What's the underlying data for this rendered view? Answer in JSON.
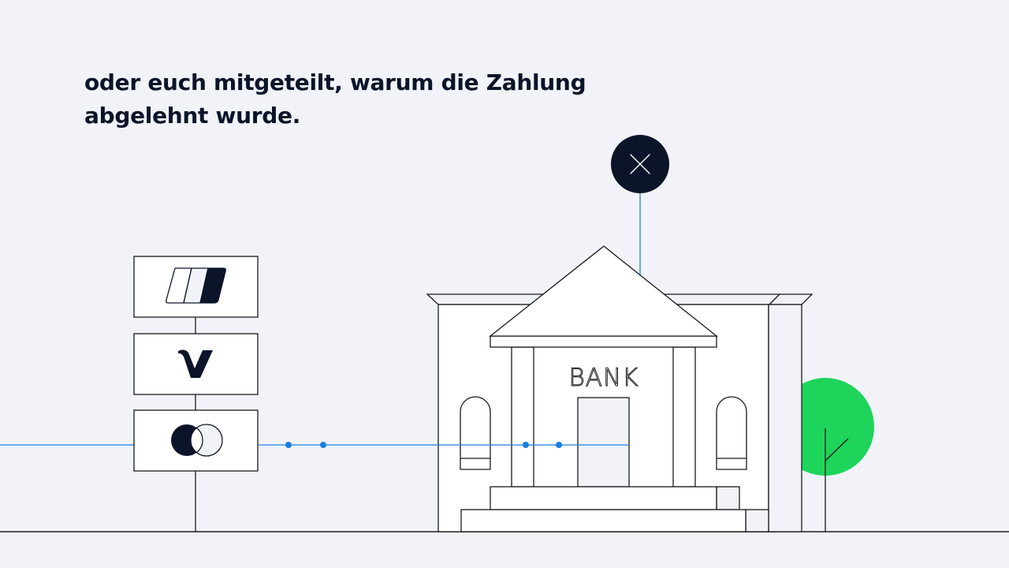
{
  "caption": {
    "lines": [
      "oder euch mitgeteilt, warum die Zahlung",
      "abgelehnt wurde."
    ]
  },
  "bank": {
    "sign": "BANK"
  },
  "payment_methods": [
    {
      "name": "card-stripes-logo"
    },
    {
      "name": "v-payment-logo"
    },
    {
      "name": "overlapping-circles-logo"
    }
  ],
  "status": {
    "icon": "close-icon",
    "meaning": "declined"
  },
  "colors": {
    "background": "#f1f3f9",
    "ink": "#0b1428",
    "line": "#1a1a1a",
    "accent_blue": "#1a7fe0",
    "tree_green": "#1ed45a",
    "white": "#ffffff"
  }
}
